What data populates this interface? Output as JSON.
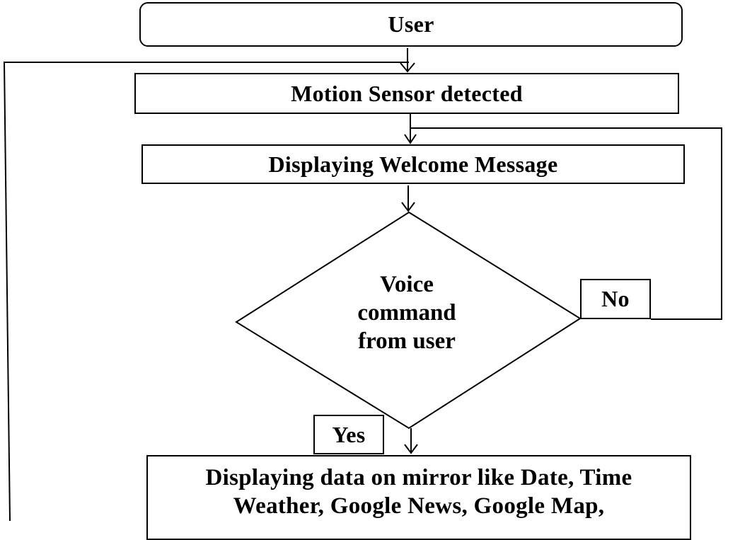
{
  "diagram": {
    "nodes": {
      "user": "User",
      "motion_sensor": "Motion Sensor detected",
      "welcome": "Displaying Welcome Message",
      "decision": "Voice\ncommand\nfrom user",
      "output": "Displaying data on mirror like Date, Time\nWeather, Google News, Google Map,"
    },
    "edge_labels": {
      "no": "No",
      "yes": "Yes"
    }
  }
}
